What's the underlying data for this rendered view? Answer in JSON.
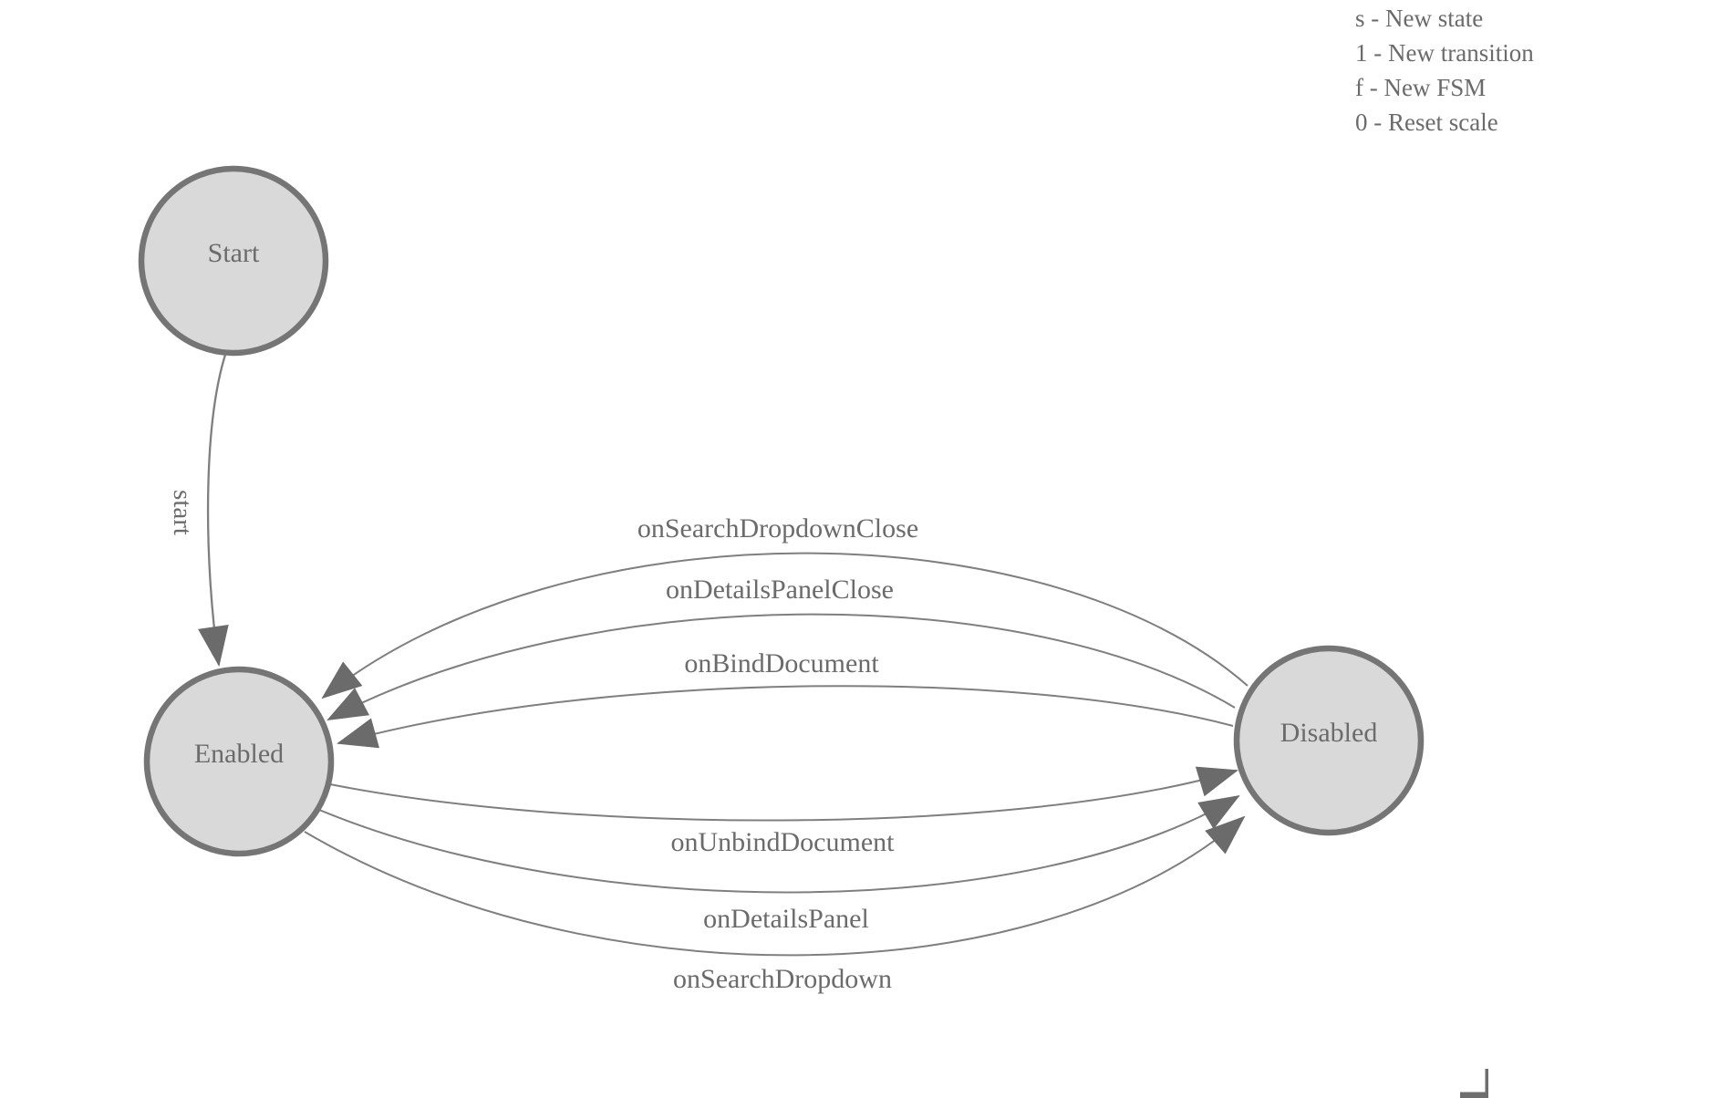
{
  "fsm": {
    "states": [
      {
        "label": "Start"
      },
      {
        "label": "Enabled"
      },
      {
        "label": "Disabled"
      }
    ],
    "transitions": [
      {
        "label": "start",
        "from": "Start",
        "to": "Enabled"
      },
      {
        "label": "onSearchDropdownClose",
        "from": "Disabled",
        "to": "Enabled"
      },
      {
        "label": "onDetailsPanelClose",
        "from": "Disabled",
        "to": "Enabled"
      },
      {
        "label": "onBindDocument",
        "from": "Disabled",
        "to": "Enabled"
      },
      {
        "label": "onUnbindDocument",
        "from": "Enabled",
        "to": "Disabled"
      },
      {
        "label": "onDetailsPanel",
        "from": "Enabled",
        "to": "Disabled"
      },
      {
        "label": "onSearchDropdown",
        "from": "Enabled",
        "to": "Disabled"
      }
    ]
  },
  "legend": {
    "items": [
      "s - New state",
      "1 - New transition",
      "f - New FSM",
      "0 - Reset scale"
    ]
  },
  "colors": {
    "background": "#ffffff",
    "state_fill": "#d9d9d9",
    "state_stroke": "#757575",
    "edge_stroke": "#7f7f7f",
    "arrowhead": "#6b6b6b",
    "label_text": "#6b6b6b",
    "legend_text": "#6b6b6b",
    "corner_mark": "#6e6e6e"
  }
}
